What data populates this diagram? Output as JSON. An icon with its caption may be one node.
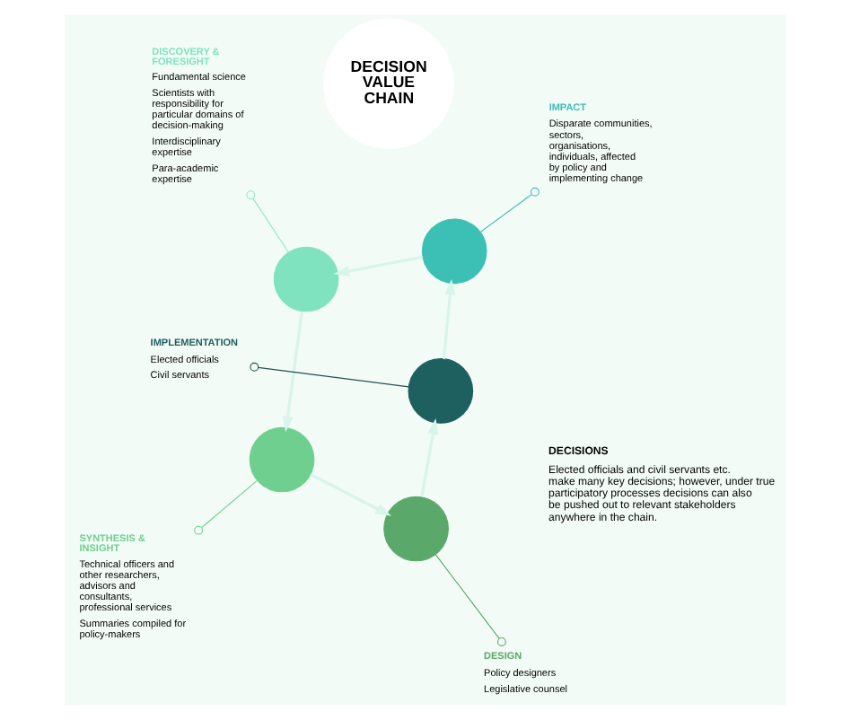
{
  "diagram": {
    "nodes": [
      {
        "text": [
          "DECISION VALUE CHAIN"
        ]
      },
      {
        "text": [],
        "shape": "arc"
      },
      {
        "text": [],
        "shape": "arc"
      },
      {
        "text": [],
        "shape": "arc"
      },
      {
        "text": [],
        "shape": "arc"
      },
      {
        "text": [],
        "shape": "arc"
      },
      {
        "text": [
          "DISCOVERY & FORESIGHT",
          "Fundamental science",
          "Scientists with responsibility for particular domains of decision-making",
          "Interdisciplinary expertise",
          "Para-academic expertise"
        ]
      },
      {
        "text": [
          "SYNTHESIS & INSIGHT",
          "Technical officers and other researchers, advisors and consultants, professional services",
          "Summaries compiled for policy-makers"
        ]
      },
      {
        "text": [
          "DESIGN",
          "Policy designers",
          "Legislative counsel"
        ]
      },
      {
        "text": [
          "IMPLEMENTATION",
          "Elected officials",
          "Civil servants"
        ]
      },
      {
        "text": [
          "IMPACT",
          "Disparate communities, sectors, organisations, individuals, affected by policy and implementing change"
        ]
      }
    ],
    "edges": [
      {
        "from": 1,
        "to": 2,
        "arrow": "to",
        "color": "#d8f5ec"
      },
      {
        "from": 2,
        "to": 3,
        "arrow": "to",
        "color": "#d8f5ec"
      },
      {
        "from": 3,
        "to": 4,
        "arrow": "to",
        "color": "#d8f5ec"
      },
      {
        "from": 4,
        "to": 5,
        "arrow": "to",
        "color": "#d8f5ec"
      },
      {
        "from": 5,
        "to": 1,
        "arrow": "to",
        "color": "#d8f5ec"
      },
      {
        "from": 6,
        "to": 1,
        "arrow": "other",
        "color": "#8fe6c8"
      },
      {
        "from": 7,
        "to": 2,
        "arrow": "other",
        "color": "#6fcf8f"
      },
      {
        "from": 8,
        "to": 3,
        "arrow": "other",
        "color": "#5aa86a"
      },
      {
        "from": 9,
        "to": 4,
        "arrow": "other",
        "color": "#2a4f4f"
      },
      {
        "from": 10,
        "to": 5,
        "arrow": "other",
        "color": "#3cbfb5"
      }
    ],
    "labels": [
      "DECISIONS",
      "Elected officials and civil servants etc. make many key decisions; however, under true participatory processes decisions can also be pushed out to relevant stakeholders anywhere in the chain."
    ]
  }
}
